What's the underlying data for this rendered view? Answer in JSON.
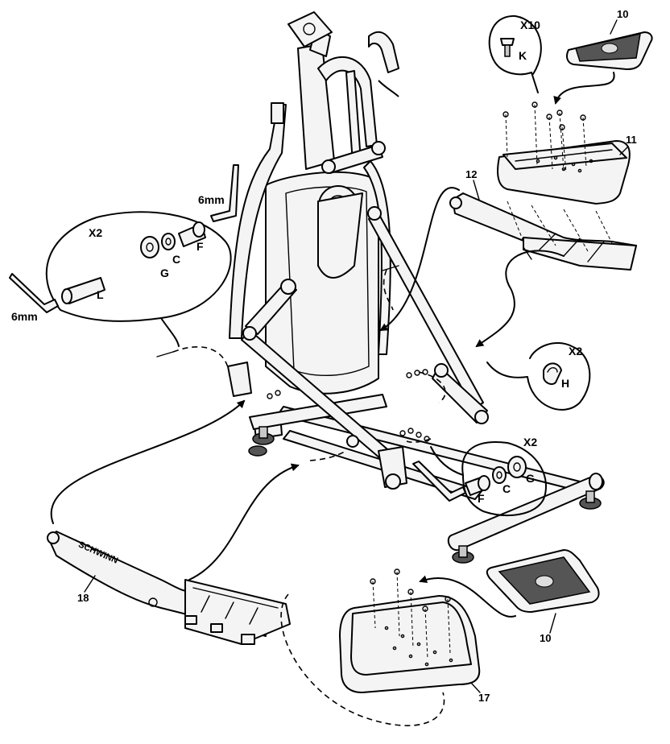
{
  "labels": {
    "part_10_top": "10",
    "part_10_bottom": "10",
    "part_11": "11",
    "part_12": "12",
    "part_17": "17",
    "part_18": "18",
    "qty_x10": "X10",
    "qty_x2_left": "X2",
    "qty_x2_right": "X2",
    "qty_x2_bottom": "X2",
    "hw_k": "K",
    "hw_l": "L",
    "hw_g_left": "G",
    "hw_c_left": "C",
    "hw_f_left": "F",
    "hw_h": "H",
    "hw_f_right": "F",
    "hw_c_right": "C",
    "hw_g_right": "G",
    "wrench_6mm_top": "6mm",
    "wrench_6mm_left": "6mm",
    "brand": "SCHWINN"
  }
}
